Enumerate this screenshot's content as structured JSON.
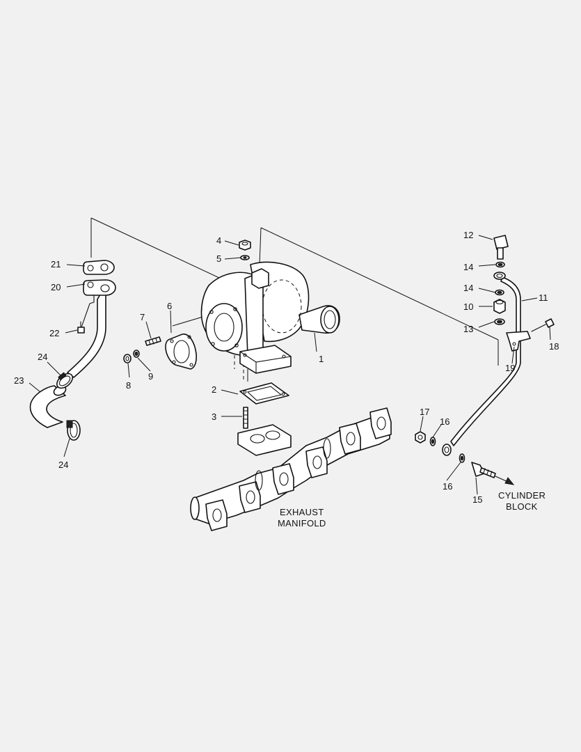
{
  "callouts": {
    "c1": "1",
    "c2": "2",
    "c3": "3",
    "c4": "4",
    "c5": "5",
    "c6": "6",
    "c7": "7",
    "c8": "8",
    "c9": "9",
    "c10": "10",
    "c11": "11",
    "c12": "12",
    "c13": "13",
    "c14a": "14",
    "c14b": "14",
    "c15": "15",
    "c16a": "16",
    "c16b": "16",
    "c17": "17",
    "c18": "18",
    "c19": "19",
    "c20": "20",
    "c21": "21",
    "c22": "22",
    "c23": "23",
    "c24a": "24",
    "c24b": "24"
  },
  "labels": {
    "exhaust_line1": "EXHAUST",
    "exhaust_line2": "MANIFOLD",
    "cylinder_line1": "CYLINDER",
    "cylinder_line2": "BLOCK"
  }
}
